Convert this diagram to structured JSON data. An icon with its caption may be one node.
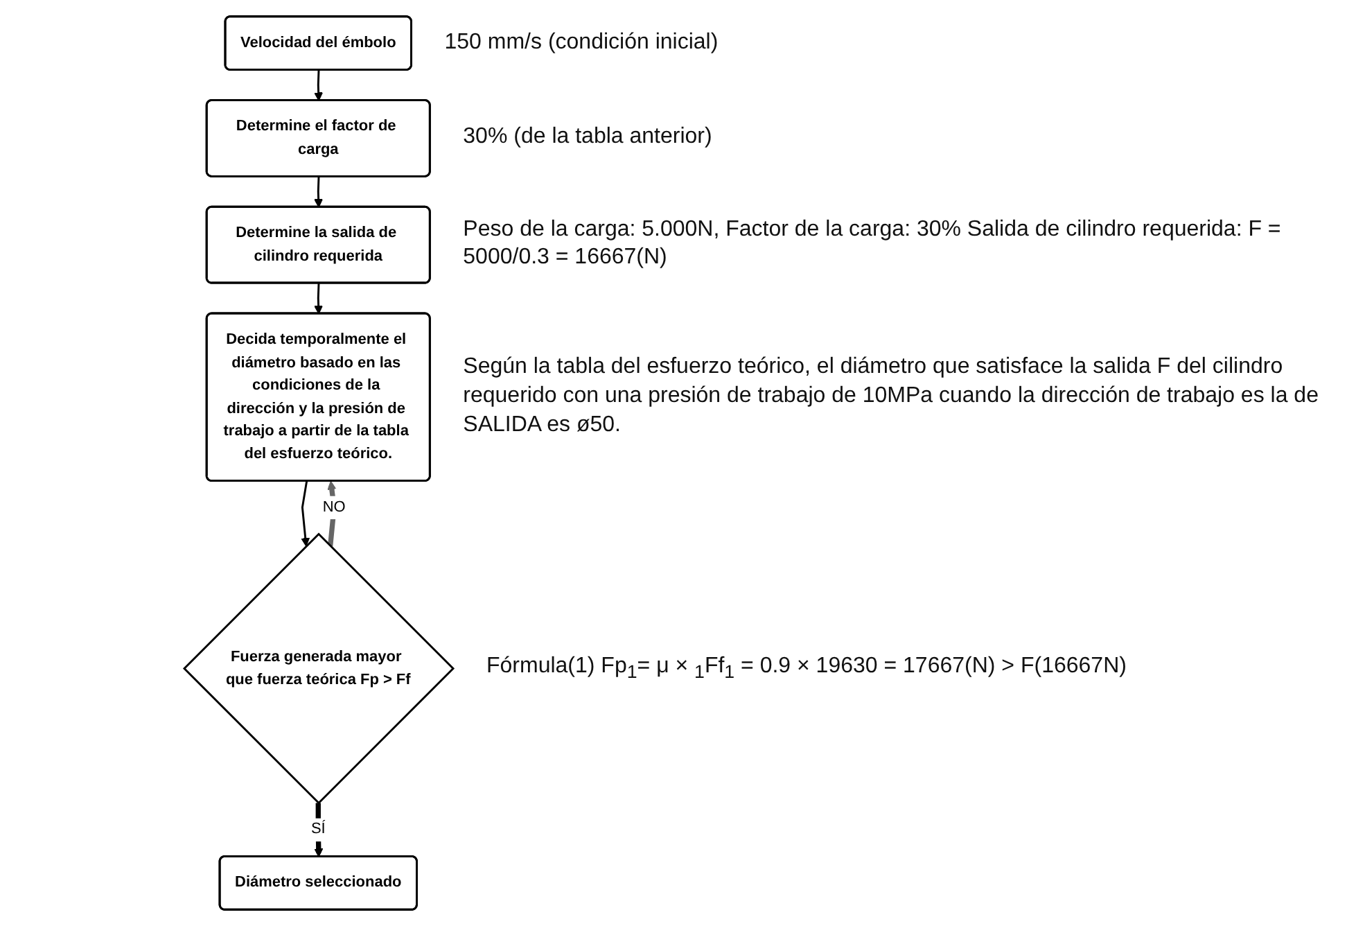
{
  "diagram": {
    "nodes": [
      {
        "text": [
          "Velocidad del émbolo"
        ],
        "beside": [
          "150 mm/s (condición inicial)"
        ]
      },
      {
        "text": [
          "Determine el factor de carga"
        ],
        "beside": [
          "30% (de la tabla anterior)"
        ]
      },
      {
        "text": [
          "Determine la salida de cilindro requerida"
        ],
        "beside": [
          "Peso de la carga: 5.000N, Factor de la carga: 30% Salida de cilindro requerida: F = 5000/0.3 = 16667(N)"
        ]
      },
      {
        "text": [
          "Decida temporalmente el diámetro basado en las condiciones de la dirección y la presión de trabajo a partir de la tabla del esfuerzo teórico."
        ],
        "beside": [
          "Según la tabla del esfuerzo teórico, el diámetro que satisface la salida F del cilindro requerido con una presión de trabajo de 10MPa cuando la dirección de trabajo es la de SALIDA es ø50."
        ]
      },
      {
        "text": [
          "Fuerza generada mayor que fuerza teórica Fp > Ff"
        ],
        "beside": [
          "Fórmula(1) Fp$_{1}$= μ × $_{1}$Ff$_{1}$ = 0.9 × 19630 = 17667(N) > F(16667N)"
        ]
      },
      {
        "text": [
          "Diámetro seleccionado"
        ]
      }
    ],
    "edges": [
      {
        "from": 0,
        "to": 1,
        "arrow": "to"
      },
      {
        "from": 1,
        "to": 2,
        "arrow": "to"
      },
      {
        "from": 2,
        "to": 3,
        "arrow": "to"
      },
      {
        "from": 3,
        "to": 4,
        "arrow": "to"
      },
      {
        "from": 4,
        "to": 3,
        "arrow": "to",
        "label": "NO",
        "style": "thick",
        "color": "#666666"
      },
      {
        "from": 4,
        "to": 5,
        "arrow": "to",
        "label": "SÍ",
        "style": "thick"
      }
    ]
  }
}
